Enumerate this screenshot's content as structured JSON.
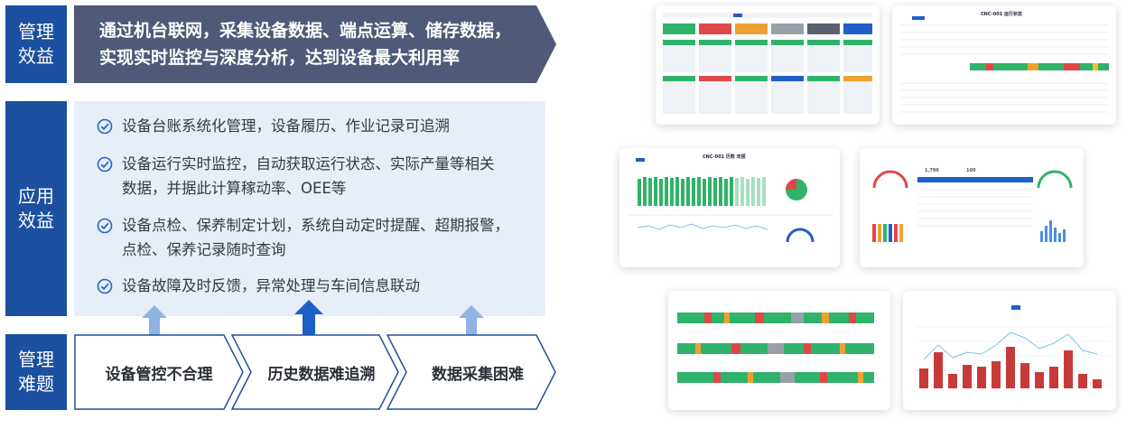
{
  "labels": {
    "management_benefit": "管理效益",
    "application_benefit": "应用效益",
    "management_problem": "管理难题"
  },
  "banner": {
    "line1": "通过机台联网，采集设备数据、端点运算、储存数据，",
    "line2": "实现实时监控与深度分析，达到设备最大利用率"
  },
  "benefits": [
    {
      "lines": [
        "设备台账系统化管理，设备履历、作业记录可追溯"
      ]
    },
    {
      "lines": [
        "设备运行实时监控，自动获取运行状态、实际产量等相关",
        "数据，并据此计算稼动率、OEE等"
      ]
    },
    {
      "lines": [
        "设备点检、保养制定计划，系统自动定时提醒、超期报警，",
        "点检、保养记录随时查询"
      ]
    },
    {
      "lines": [
        "设备故障及时反馈，异常处理与车间信息联动"
      ]
    }
  ],
  "problems": [
    "设备管控不合理",
    "历史数据难追溯",
    "数据采集困难"
  ],
  "screenshots": {
    "status_title": "CNC-001 运行状态",
    "analysis_title": "CNC-001 历数 年报",
    "gauge_value_1": "1,786",
    "gauge_value_2": "100"
  },
  "colors": {
    "label_blue": "#1b4fa0",
    "banner_gray": "#4e5a78",
    "panel_bg": "#e6eef8",
    "arrow_light": "#8fb3e3",
    "arrow_dark": "#1f5fc8",
    "green": "#2fb36a",
    "red": "#c83a3a"
  }
}
